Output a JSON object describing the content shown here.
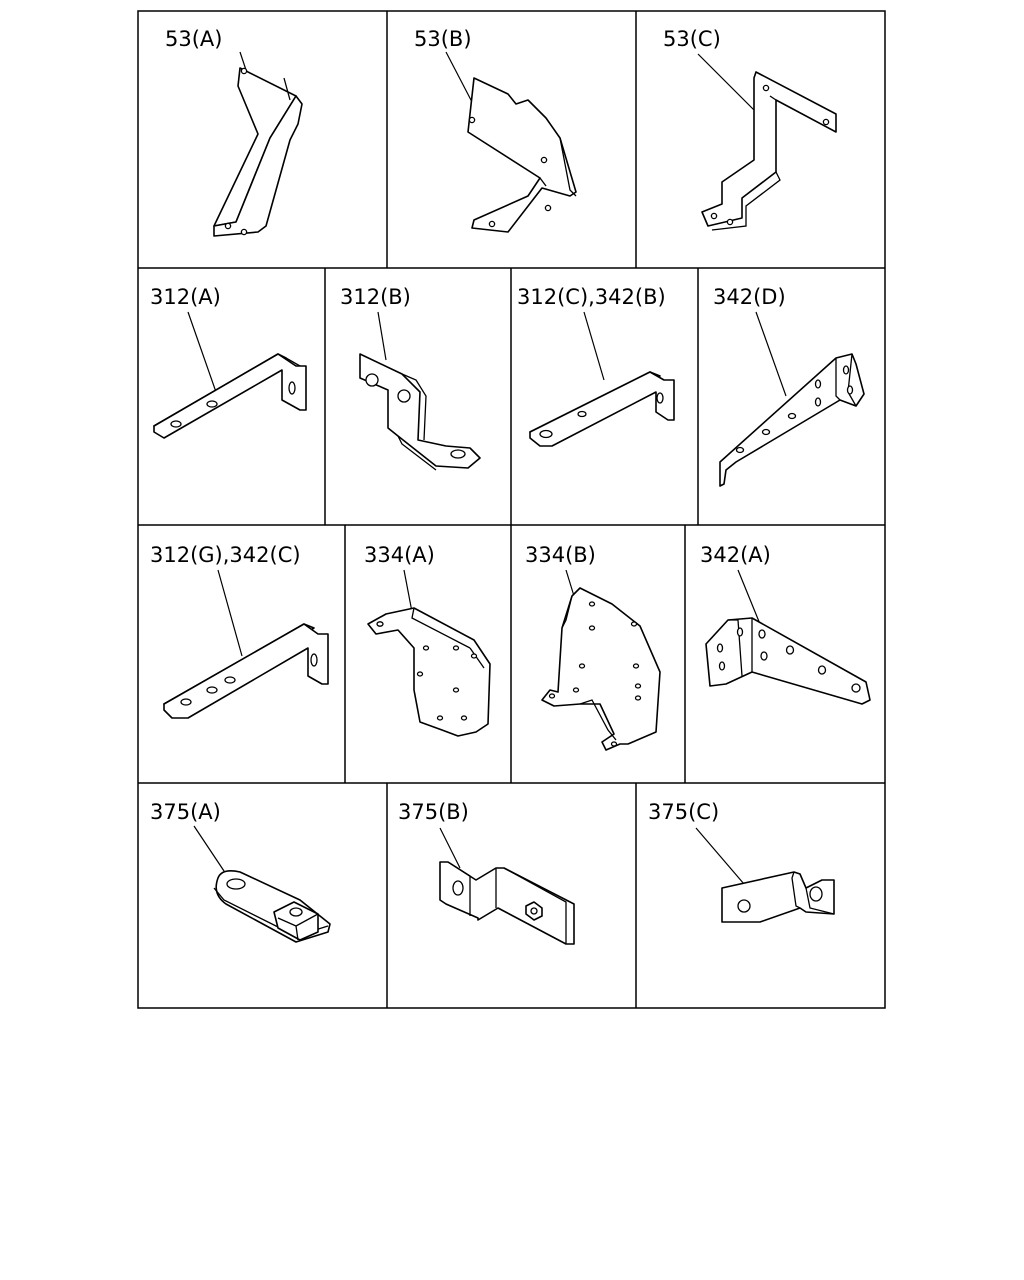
{
  "parts": [
    {
      "id": "p53a",
      "label": "53(A)"
    },
    {
      "id": "p53b",
      "label": "53(B)"
    },
    {
      "id": "p53c",
      "label": "53(C)"
    },
    {
      "id": "p312a",
      "label": "312(A)"
    },
    {
      "id": "p312b",
      "label": "312(B)"
    },
    {
      "id": "p312c",
      "label": "312(C),342(B)"
    },
    {
      "id": "p342d",
      "label": "342(D)"
    },
    {
      "id": "p312g",
      "label": "312(G),342(C)"
    },
    {
      "id": "p334a",
      "label": "334(A)"
    },
    {
      "id": "p334b",
      "label": "334(B)"
    },
    {
      "id": "p342a",
      "label": "342(A)"
    },
    {
      "id": "p375a",
      "label": "375(A)"
    },
    {
      "id": "p375b",
      "label": "375(B)"
    },
    {
      "id": "p375c",
      "label": "375(C)"
    }
  ]
}
